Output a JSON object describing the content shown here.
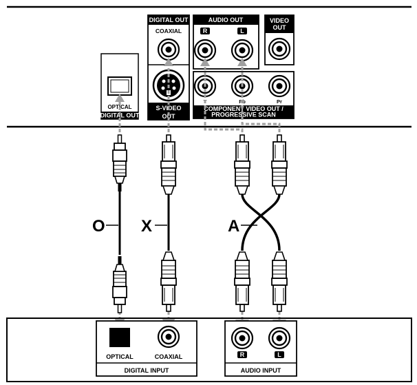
{
  "player": {
    "digital_out_optical": {
      "label": "OPTICAL",
      "header": "DIGITAL OUT"
    },
    "digital_out_coaxial": {
      "header": "DIGITAL OUT",
      "label": "COAXIAL"
    },
    "svideo_out": {
      "label": "S-VIDEO OUT"
    },
    "audio_out": {
      "header": "AUDIO OUT",
      "right_badge": "R",
      "left_badge": "L"
    },
    "video_out": {
      "header": "VIDEO OUT"
    },
    "component_out": {
      "y_label": "Y",
      "pb_label": "Pb",
      "pr_label": "Pr",
      "caption_line1": "COMPONENT VIDEO OUT /",
      "caption_line2": "PROGRESSIVE SCAN"
    }
  },
  "cables": {
    "optical": {
      "letter": "O"
    },
    "coaxial": {
      "letter": "X"
    },
    "audio": {
      "letter": "A"
    }
  },
  "receiver": {
    "digital_input": {
      "title": "DIGITAL INPUT",
      "optical_label": "OPTICAL",
      "coaxial_label": "COAXIAL"
    },
    "audio_input": {
      "title": "AUDIO INPUT",
      "right_badge": "R",
      "left_badge": "L"
    }
  },
  "colors": {
    "line": "#000000",
    "arrow": "#a0a0a0",
    "panel_header": "#000000"
  }
}
